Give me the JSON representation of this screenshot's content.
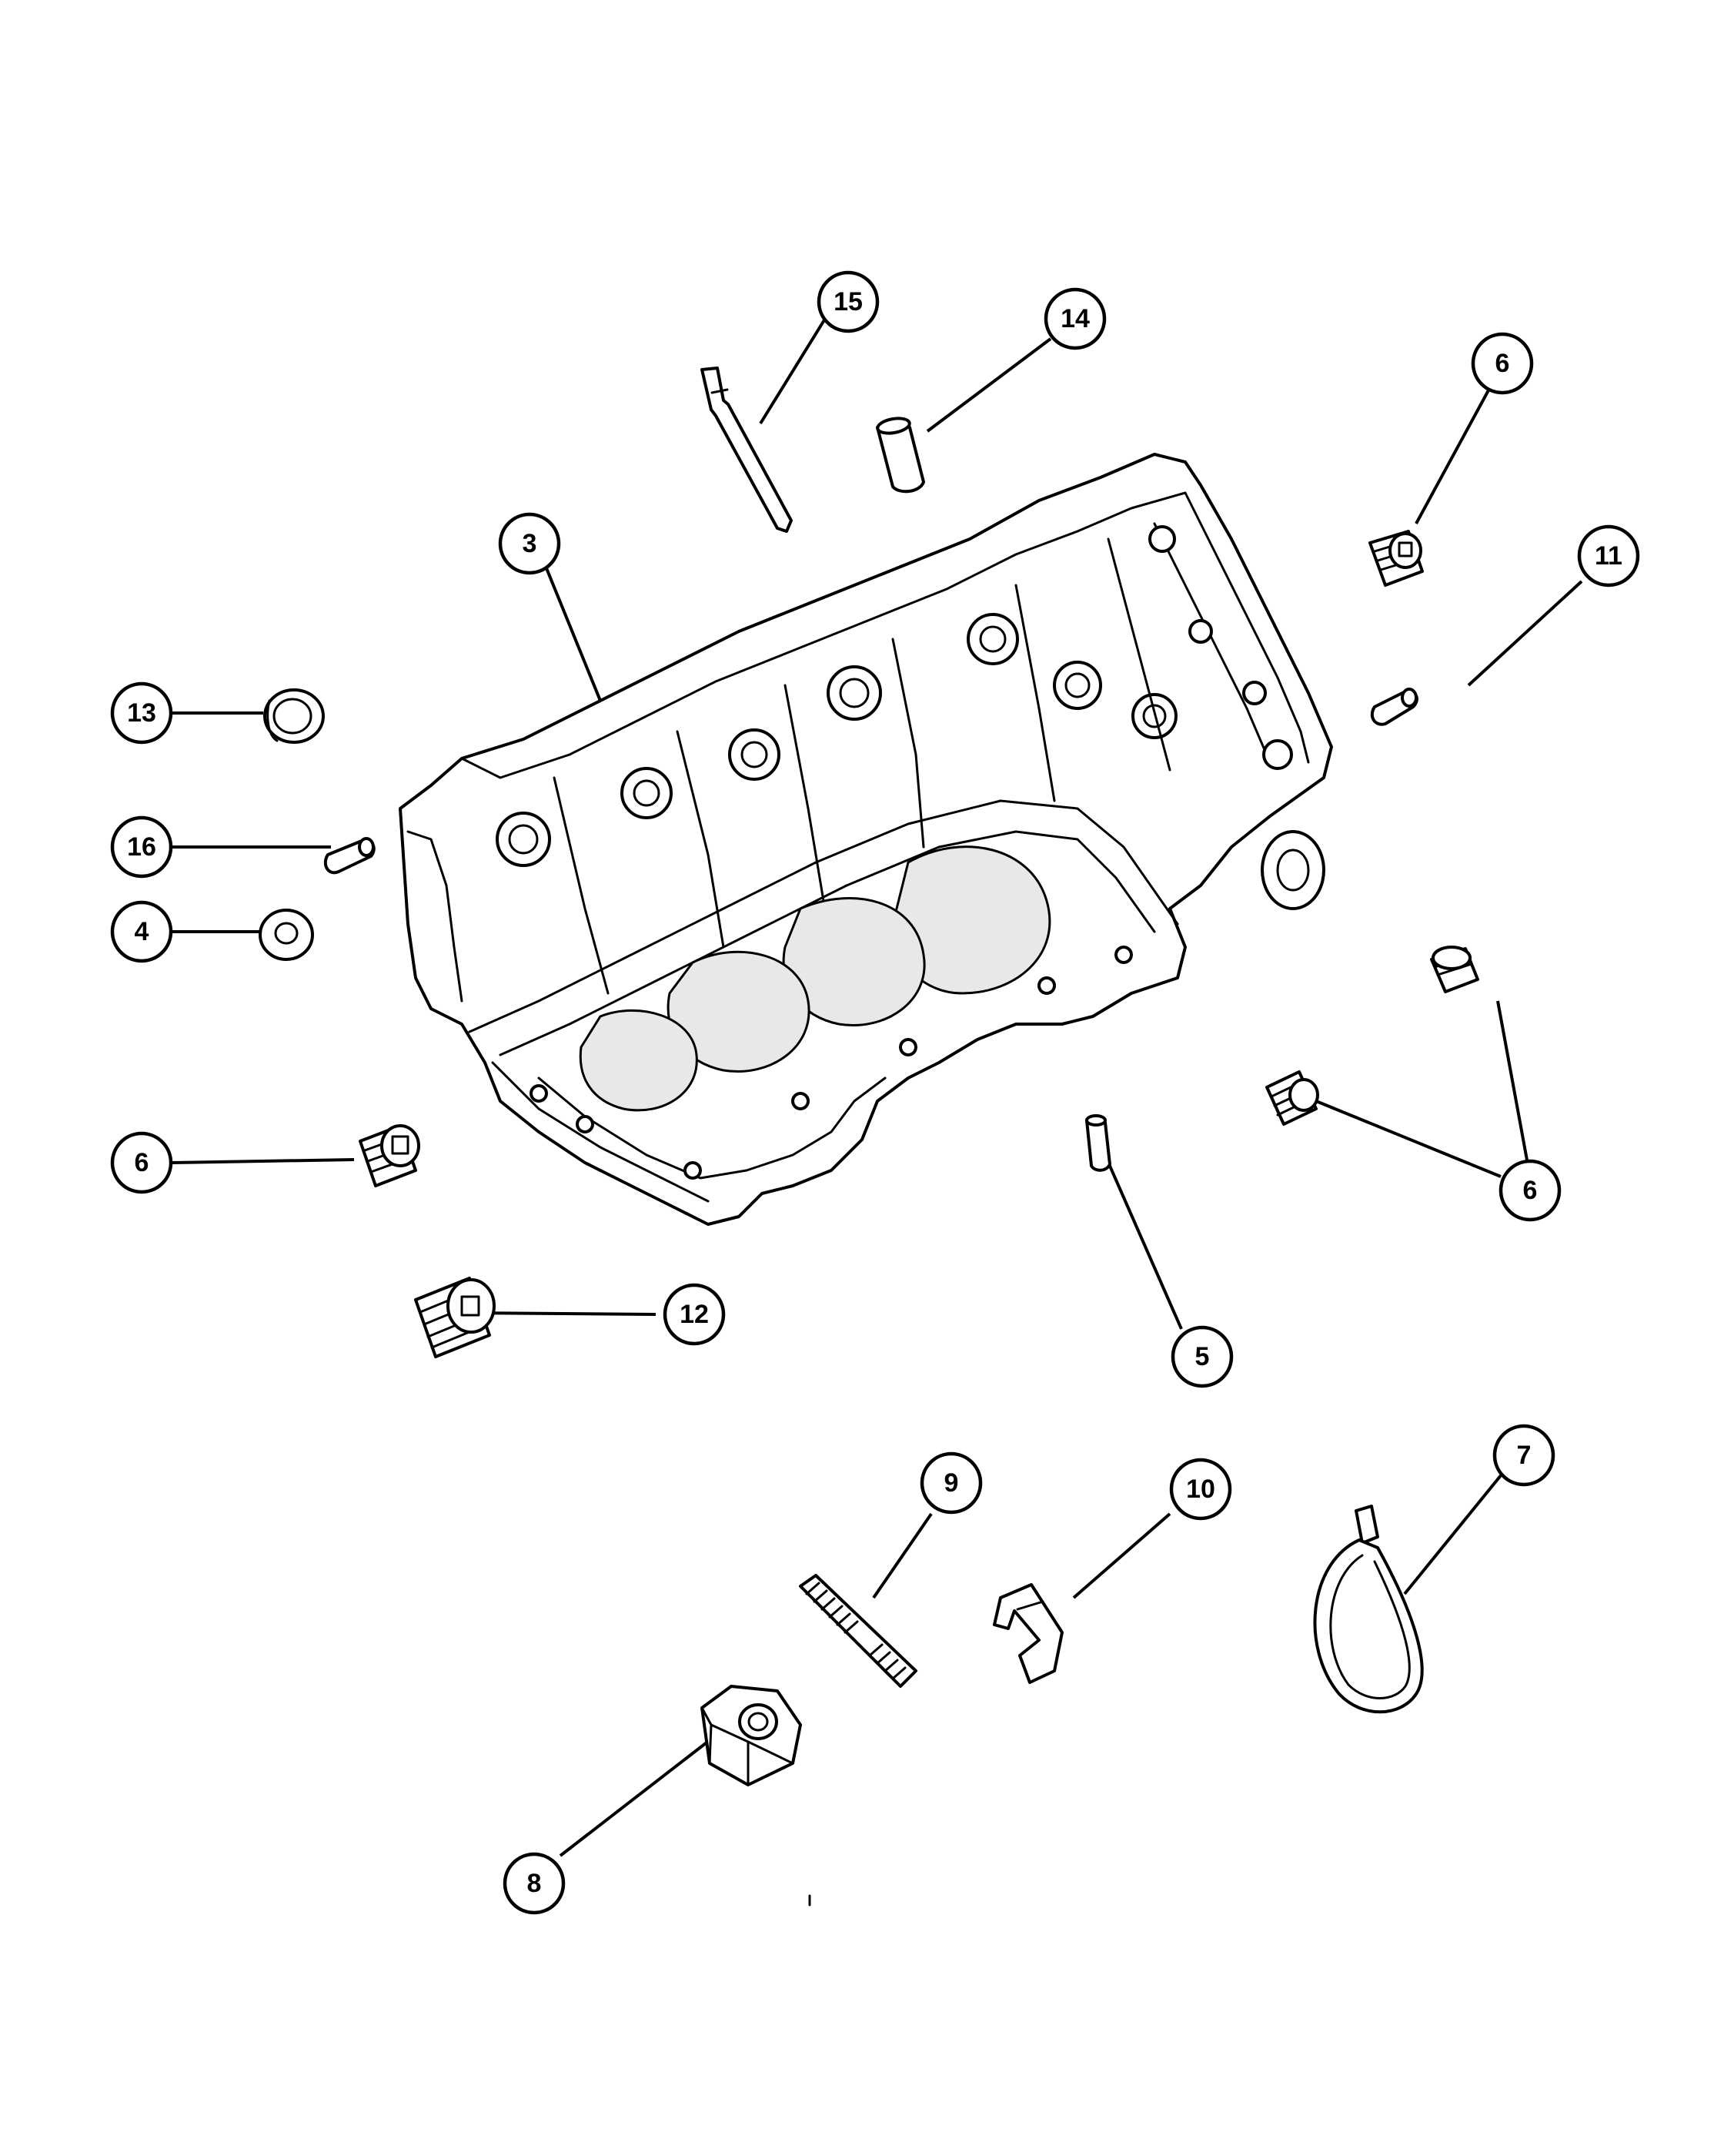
{
  "diagram": {
    "callouts": [
      "15",
      "14",
      "6",
      "3",
      "11",
      "13",
      "16",
      "4",
      "6",
      "6",
      "12",
      "5",
      "9",
      "10",
      "7",
      "8"
    ],
    "parts": [
      "engine-block",
      "cylinder-head-bolt",
      "dowel-sleeve",
      "expansion-plug",
      "dowel-pin",
      "cup-plug",
      "dowel-pin",
      "washer",
      "expansion-plug",
      "expansion-plug",
      "threaded-plug",
      "dowel-pin",
      "stud",
      "clip",
      "strap",
      "hex-nut"
    ]
  }
}
